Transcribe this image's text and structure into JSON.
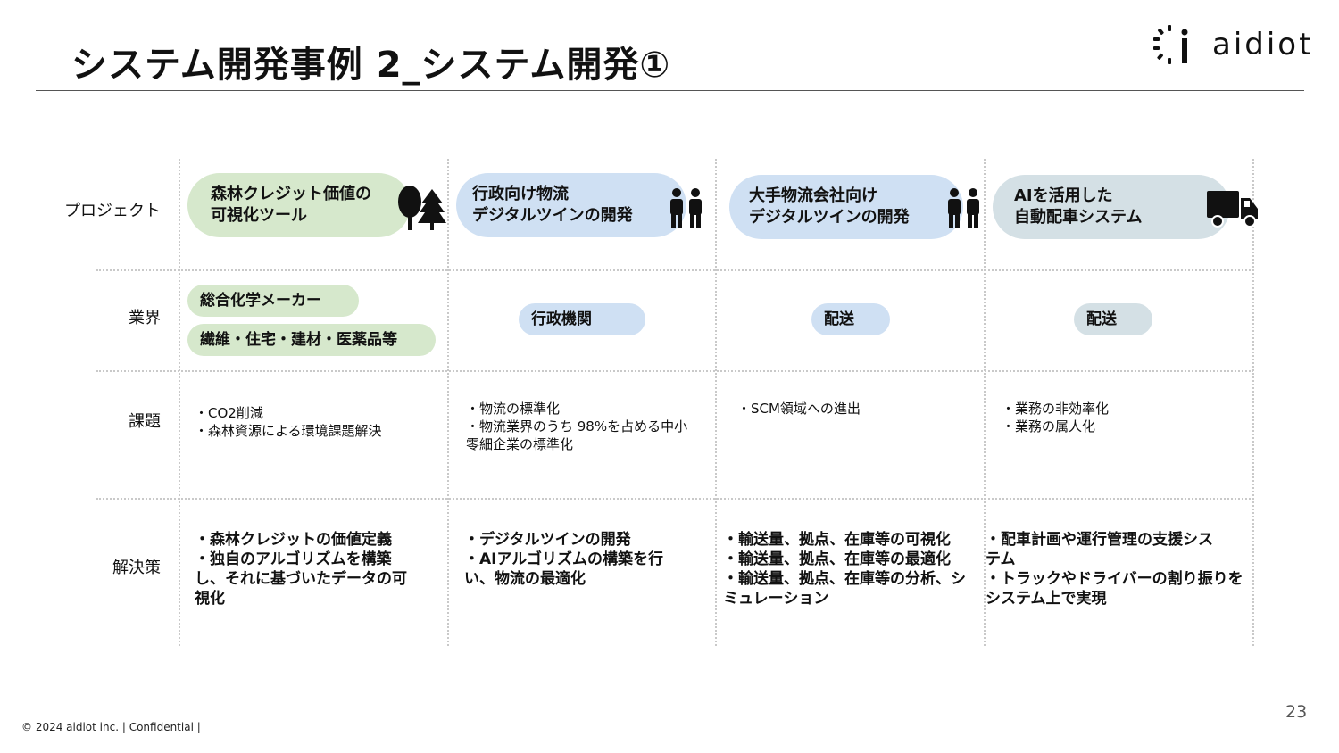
{
  "title": "システム開発事例 2_システム開発①",
  "logo": {
    "text": "aidiot"
  },
  "rows": {
    "project": "プロジェクト",
    "industry": "業界",
    "challenge": "課題",
    "solution": "解決策"
  },
  "projects": [
    {
      "name": "森林クレジット価値の\n可視化ツール",
      "icon": "trees-icon",
      "color": "#d6e8cc"
    },
    {
      "name": "行政向け物流\nデジタルツインの開発",
      "icon": "people-icon",
      "color": "#cfe0f3"
    },
    {
      "name": "大手物流会社向け\nデジタルツインの開発",
      "icon": "people-icon",
      "color": "#cfe0f3"
    },
    {
      "name": "AIを活用した\n自動配車システム",
      "icon": "truck-icon",
      "color": "#d4e0e5"
    }
  ],
  "industries": [
    [
      "総合化学メーカー",
      "繊維・住宅・建材・医薬品等"
    ],
    [
      "行政機関"
    ],
    [
      "配送"
    ],
    [
      "配送"
    ]
  ],
  "challenges": [
    "・CO2削減\n・森林資源による環境課題解決",
    "・物流の標準化\n・物流業界のうち 98%を占める中小\n零細企業の標準化",
    "・SCM領域への進出",
    "・業務の非効率化\n・業務の属人化"
  ],
  "solutions": [
    "・森林クレジットの価値定義\n・独自のアルゴリズムを構築\nし、それに基づいたデータの可\n視化",
    "・デジタルツインの開発\n・AIアルゴリズムの構築を行\nい、物流の最適化",
    "・輸送量、拠点、在庫等の可視化\n・輸送量、拠点、在庫等の最適化\n・輸送量、拠点、在庫等の分析、シ\nミュレーション",
    "・配車計画や運行管理の支援シス\nテム\n・トラックやドライバーの割り振りを\nシステム上で実現"
  ],
  "footer": "© 2024 aidiot inc. | Confidential |",
  "page_number": "23"
}
